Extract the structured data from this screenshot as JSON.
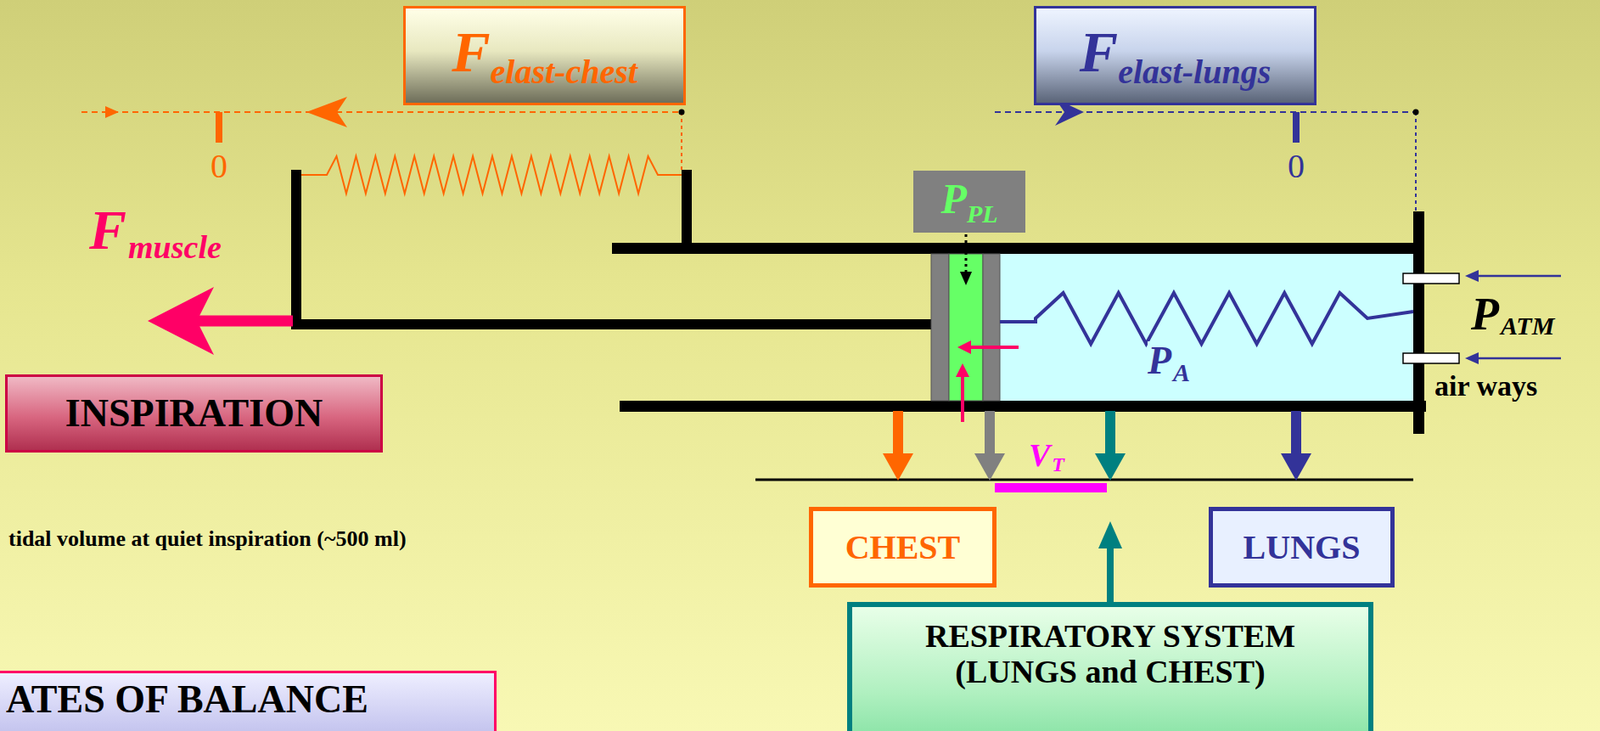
{
  "diagram": {
    "nodes": [
      {
        "text": [
          "F",
          "elast-chest"
        ]
      },
      {
        "text": [
          "F",
          "elast-lungs"
        ]
      },
      {
        "text": [
          "P",
          "PL"
        ]
      },
      {
        "text": [
          "INSPIRATION"
        ]
      },
      {
        "text": [
          "CHEST"
        ]
      },
      {
        "text": [
          "LUNGS"
        ]
      },
      {
        "text": [
          "RESPIRATORY SYSTEM (LUNGS and CHEST)"
        ]
      },
      {
        "text": [
          "ATES OF BALANCE"
        ]
      }
    ],
    "labels": [
      "0",
      "0",
      "F",
      "muscle",
      "P",
      "A",
      "P",
      "ATM",
      "air ways",
      "V",
      "T",
      "tidal volume  at quiet inspiration (~500 ml)"
    ]
  }
}
